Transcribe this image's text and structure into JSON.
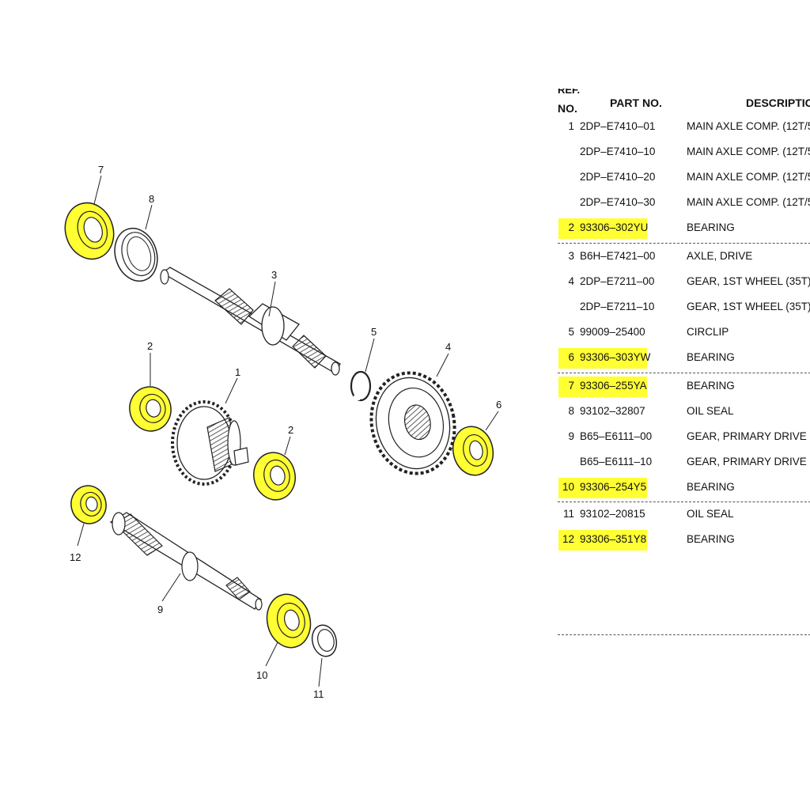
{
  "colors": {
    "highlight": "#ffff33",
    "line": "#222222"
  },
  "table": {
    "header_ref_top": "REF.",
    "header_ref": "NO.",
    "header_part": "PART NO.",
    "header_desc": "DESCRIPTIC",
    "rows": [
      {
        "ref": "1",
        "part": "2DP–E7410–01",
        "desc": "MAIN AXLE COMP. (12T/5",
        "highlight": false
      },
      {
        "ref": "",
        "part": "2DP–E7410–10",
        "desc": "MAIN AXLE COMP. (12T/5",
        "highlight": false
      },
      {
        "ref": "",
        "part": "2DP–E7410–20",
        "desc": "MAIN AXLE COMP. (12T/5",
        "highlight": false
      },
      {
        "ref": "",
        "part": "2DP–E7410–30",
        "desc": "MAIN AXLE COMP. (12T/5",
        "highlight": false
      },
      {
        "ref": "2",
        "part": "93306–302YU",
        "desc": "BEARING",
        "highlight": true
      },
      {
        "ref": "3",
        "part": "B6H–E7421–00",
        "desc": "AXLE, DRIVE",
        "highlight": false
      },
      {
        "ref": "4",
        "part": "2DP–E7211–00",
        "desc": "GEAR, 1ST WHEEL (35T)",
        "highlight": false
      },
      {
        "ref": "",
        "part": "2DP–E7211–10",
        "desc": "GEAR, 1ST WHEEL (35T)",
        "highlight": false
      },
      {
        "ref": "5",
        "part": "99009–25400",
        "desc": "CIRCLIP",
        "highlight": false
      },
      {
        "ref": "6",
        "part": "93306–303YW",
        "desc": "BEARING",
        "highlight": true
      },
      {
        "ref": "7",
        "part": "93306–255YA",
        "desc": "BEARING",
        "highlight": true
      },
      {
        "ref": "8",
        "part": "93102–32807",
        "desc": "OIL SEAL",
        "highlight": false
      },
      {
        "ref": "9",
        "part": "B65–E6111–00",
        "desc": "GEAR, PRIMARY DRIVE (",
        "highlight": false
      },
      {
        "ref": "",
        "part": "B65–E6111–10",
        "desc": "GEAR, PRIMARY DRIVE (",
        "highlight": false
      },
      {
        "ref": "10",
        "part": "93306–254Y5",
        "desc": "BEARING",
        "highlight": true
      },
      {
        "ref": "11",
        "part": "93102–20815",
        "desc": "OIL SEAL",
        "highlight": false
      },
      {
        "ref": "12",
        "part": "93306–351Y8",
        "desc": "BEARING",
        "highlight": true
      }
    ]
  },
  "diagram": {
    "callouts": [
      "7",
      "8",
      "3",
      "2",
      "1",
      "5",
      "4",
      "2",
      "6",
      "12",
      "9",
      "10",
      "11"
    ]
  }
}
